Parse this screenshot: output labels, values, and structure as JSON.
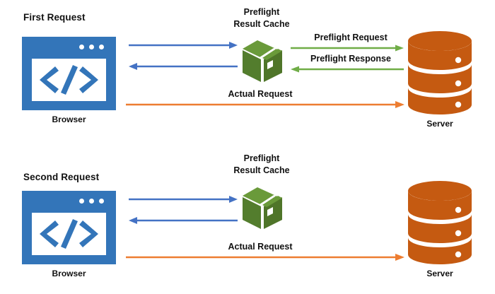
{
  "diagram": {
    "title_visible": false,
    "colors": {
      "browser_blue": "#3375B9",
      "blue_arrow": "#4472C4",
      "green_arrow": "#70AD47",
      "orange_arrow": "#ED7D31",
      "cache_green": "#537D2D",
      "cache_green_light": "#6A9A3A",
      "server_orange": "#C55A11",
      "text": "#111111",
      "background": "#FFFFFF"
    },
    "sections": [
      {
        "id": "first-request",
        "title": "First Request",
        "browser": {
          "caption": "Browser"
        },
        "cache": {
          "title_line1": "Preflight",
          "title_line2": "Result Cache"
        },
        "server": {
          "caption": "Server"
        },
        "connectors": [
          {
            "id": "browser-to-cache",
            "label": "",
            "color": "#4472C4",
            "direction": "right"
          },
          {
            "id": "cache-to-browser",
            "label": "",
            "color": "#4472C4",
            "direction": "left"
          },
          {
            "id": "preflight-request",
            "label": "Preflight Request",
            "color": "#70AD47",
            "direction": "right"
          },
          {
            "id": "preflight-response",
            "label": "Preflight Response",
            "color": "#70AD47",
            "direction": "left"
          },
          {
            "id": "actual-request",
            "label": "Actual Request",
            "color": "#ED7D31",
            "direction": "right"
          }
        ]
      },
      {
        "id": "second-request",
        "title": "Second Request",
        "browser": {
          "caption": "Browser"
        },
        "cache": {
          "title_line1": "Preflight",
          "title_line2": "Result Cache"
        },
        "server": {
          "caption": "Server"
        },
        "connectors": [
          {
            "id": "browser-to-cache",
            "label": "",
            "color": "#4472C4",
            "direction": "right"
          },
          {
            "id": "cache-to-browser",
            "label": "",
            "color": "#4472C4",
            "direction": "left"
          },
          {
            "id": "actual-request",
            "label": "Actual Request",
            "color": "#ED7D31",
            "direction": "right"
          }
        ]
      }
    ]
  }
}
